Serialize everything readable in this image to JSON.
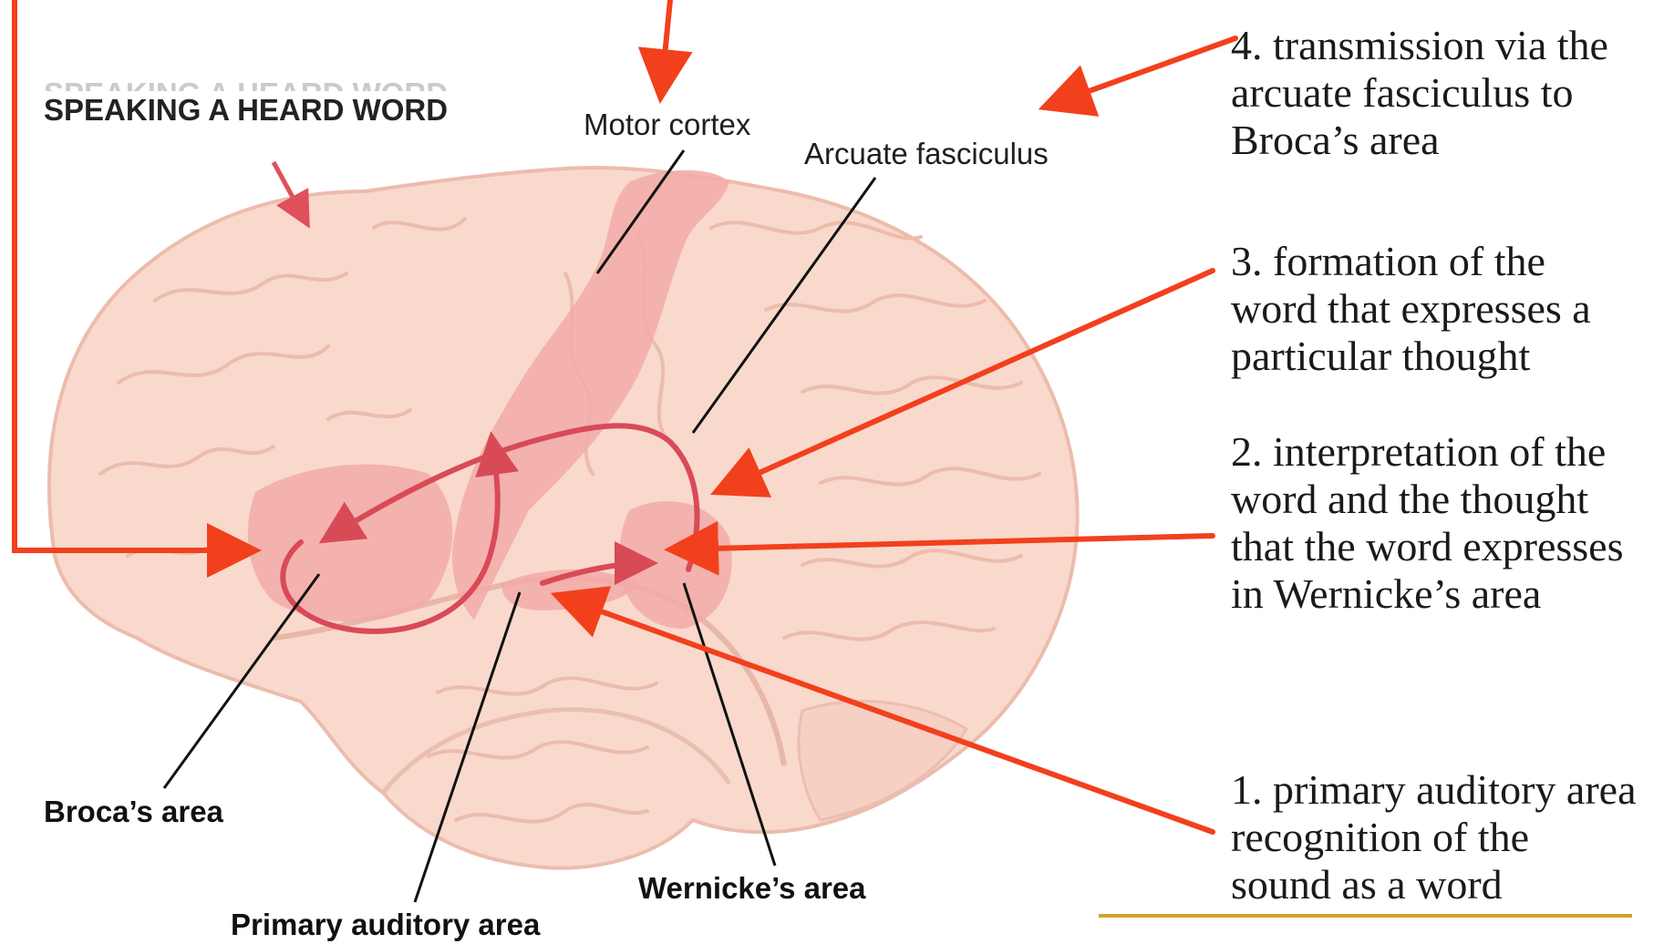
{
  "figure": {
    "title": "SPEAKING A HEARD WORD",
    "labels": {
      "motor_cortex": "Motor cortex",
      "arcuate_fasciculus": "Arcuate fasciculus",
      "brocas_area": "Broca’s area",
      "wernickes_area": "Wernicke’s area",
      "primary_auditory_area": "Primary auditory area"
    }
  },
  "steps": {
    "step4": [
      "4. transmission via the",
      "arcuate fasciculus to",
      "Broca’s area"
    ],
    "step3": [
      "3. formation of the",
      "word that expresses a",
      "particular thought"
    ],
    "step2": [
      "2. interpretation of the",
      "word and the thought",
      "that the word expresses",
      "in Wernicke’s area"
    ],
    "step1": [
      "1. primary auditory area",
      "recognition of the",
      "sound as a word"
    ]
  },
  "colors": {
    "annotation_arrow": "#f2401d",
    "pathway": "#d94a57",
    "brain_fill": "#f9d9cc",
    "highlight_region": "#f2aaa8",
    "underline": "#d4a22b"
  }
}
